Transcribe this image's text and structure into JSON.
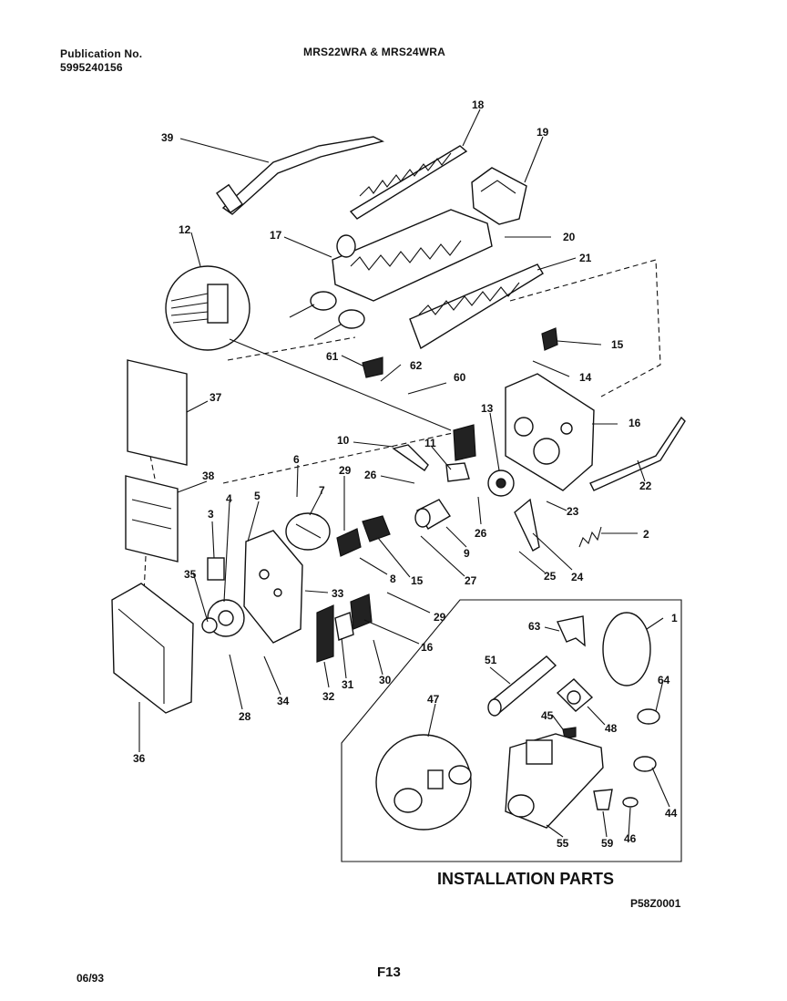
{
  "header": {
    "publication_label": "Publication No.",
    "publication_number": "5995240156",
    "model_title": "MRS22WRA & MRS24WRA"
  },
  "diagram": {
    "section_title": "INSTALLATION PARTS",
    "diagram_code": "P58Z0001",
    "callouts": [
      {
        "id": "c39",
        "text": "39"
      },
      {
        "id": "c18",
        "text": "18"
      },
      {
        "id": "c19",
        "text": "19"
      },
      {
        "id": "c12",
        "text": "12"
      },
      {
        "id": "c17",
        "text": "17"
      },
      {
        "id": "c20",
        "text": "20"
      },
      {
        "id": "c21",
        "text": "21"
      },
      {
        "id": "c15a",
        "text": "15"
      },
      {
        "id": "c61",
        "text": "61"
      },
      {
        "id": "c62",
        "text": "62"
      },
      {
        "id": "c14",
        "text": "14"
      },
      {
        "id": "c60",
        "text": "60"
      },
      {
        "id": "c37",
        "text": "37"
      },
      {
        "id": "c13",
        "text": "13"
      },
      {
        "id": "c16a",
        "text": "16"
      },
      {
        "id": "c10",
        "text": "10"
      },
      {
        "id": "c11",
        "text": "11"
      },
      {
        "id": "c6",
        "text": "6"
      },
      {
        "id": "c29a",
        "text": "29"
      },
      {
        "id": "c26a",
        "text": "26"
      },
      {
        "id": "c38",
        "text": "38"
      },
      {
        "id": "c22",
        "text": "22"
      },
      {
        "id": "c3",
        "text": "3"
      },
      {
        "id": "c4",
        "text": "4"
      },
      {
        "id": "c5",
        "text": "5"
      },
      {
        "id": "c7",
        "text": "7"
      },
      {
        "id": "c23",
        "text": "23"
      },
      {
        "id": "c26b",
        "text": "26"
      },
      {
        "id": "c2",
        "text": "2"
      },
      {
        "id": "c9",
        "text": "9"
      },
      {
        "id": "c25",
        "text": "25"
      },
      {
        "id": "c24",
        "text": "24"
      },
      {
        "id": "c8",
        "text": "8"
      },
      {
        "id": "c15b",
        "text": "15"
      },
      {
        "id": "c27",
        "text": "27"
      },
      {
        "id": "c35",
        "text": "35"
      },
      {
        "id": "c33",
        "text": "33"
      },
      {
        "id": "c29b",
        "text": "29"
      },
      {
        "id": "c16b",
        "text": "16"
      },
      {
        "id": "c28",
        "text": "28"
      },
      {
        "id": "c34",
        "text": "34"
      },
      {
        "id": "c32",
        "text": "32"
      },
      {
        "id": "c31",
        "text": "31"
      },
      {
        "id": "c30",
        "text": "30"
      },
      {
        "id": "c36",
        "text": "36"
      },
      {
        "id": "c63",
        "text": "63"
      },
      {
        "id": "c1",
        "text": "1"
      },
      {
        "id": "c51",
        "text": "51"
      },
      {
        "id": "c64",
        "text": "64"
      },
      {
        "id": "c47",
        "text": "47"
      },
      {
        "id": "c45",
        "text": "45"
      },
      {
        "id": "c48",
        "text": "48"
      },
      {
        "id": "c44",
        "text": "44"
      },
      {
        "id": "c55",
        "text": "55"
      },
      {
        "id": "c59",
        "text": "59"
      },
      {
        "id": "c46",
        "text": "46"
      }
    ]
  },
  "footer": {
    "date": "06/93",
    "page": "F13"
  }
}
